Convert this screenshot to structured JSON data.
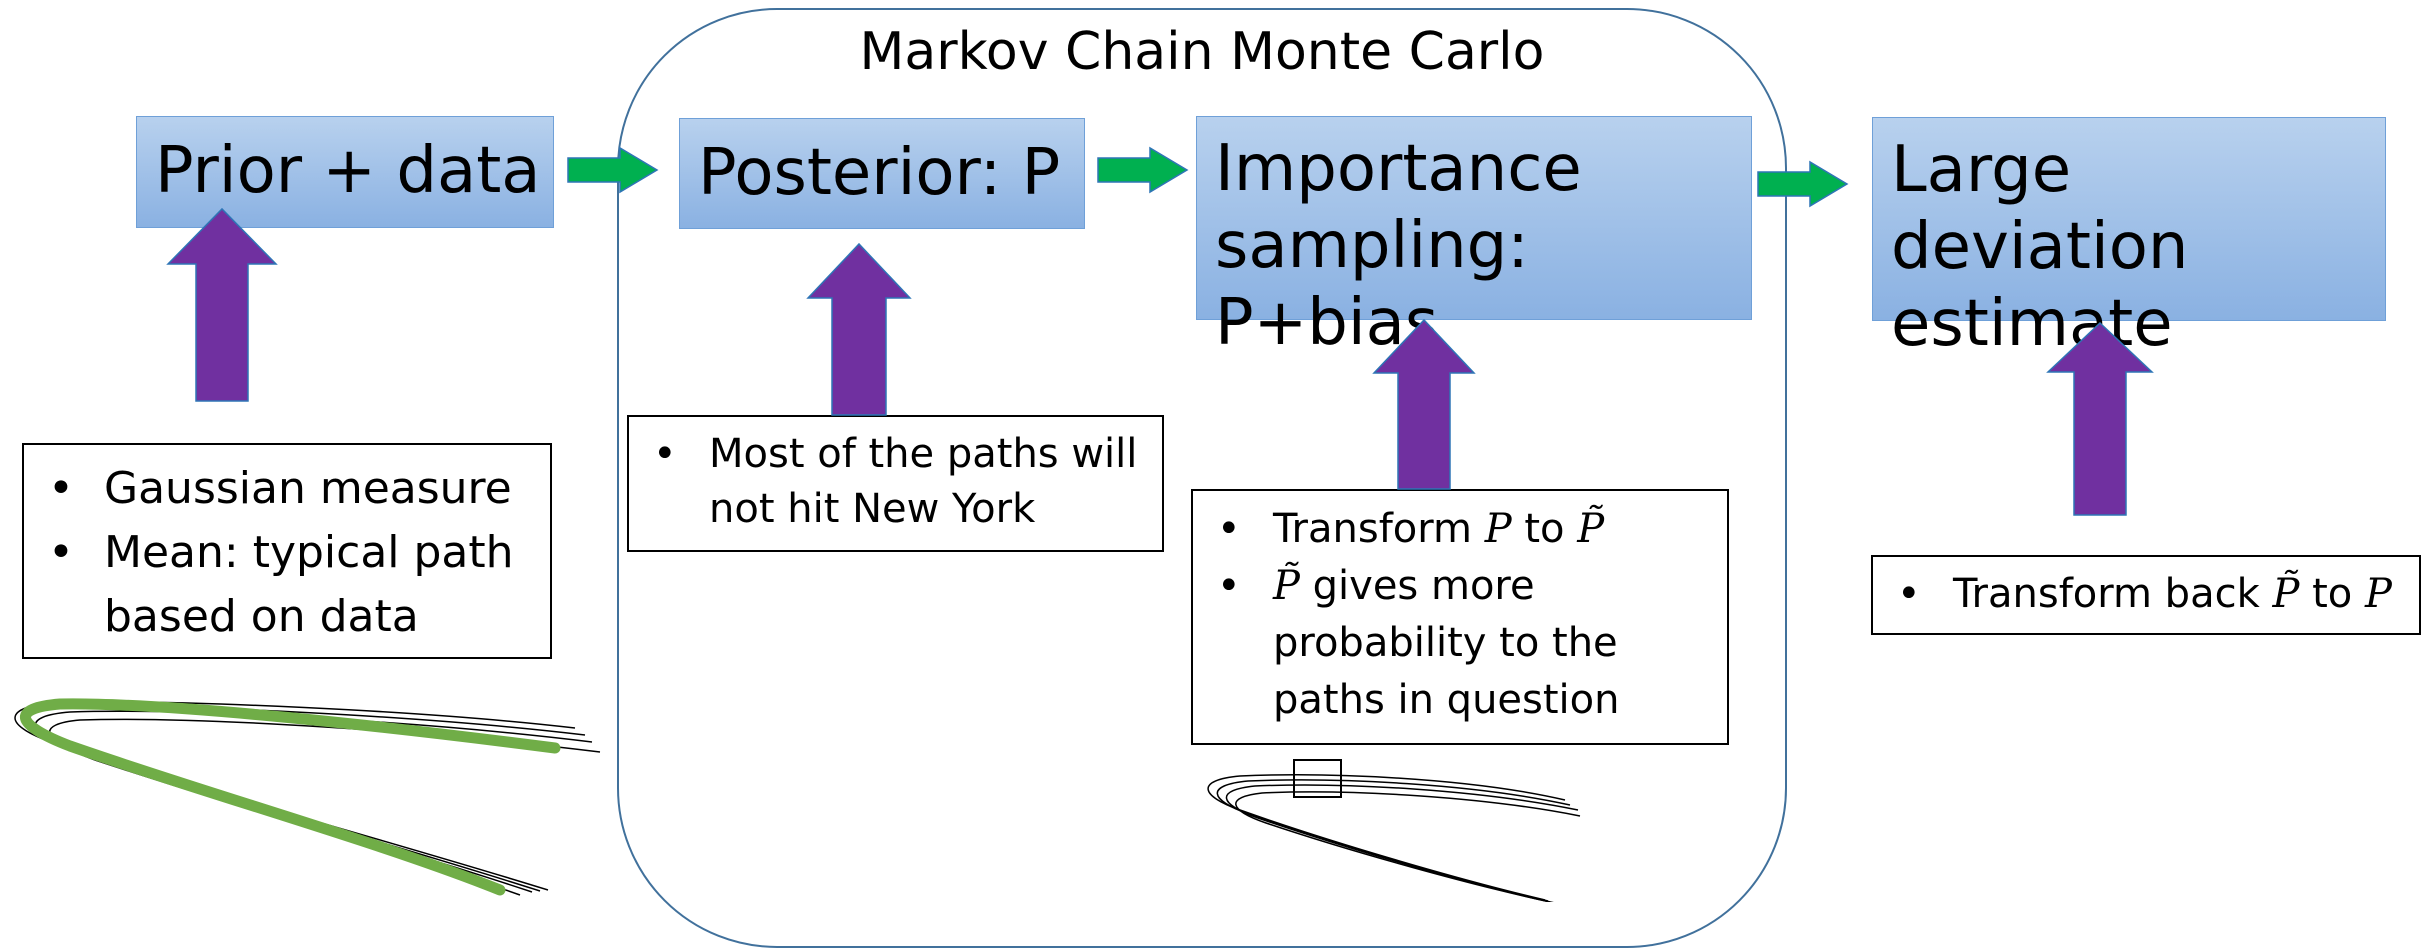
{
  "mcmc_title": "Markov Chain Monte Carlo",
  "stages": {
    "prior": "Prior + data",
    "posterior": "Posterior: P",
    "importance_line1": "Importance",
    "importance_line2": "sampling: P+bias",
    "large_line1": "Large deviation",
    "large_line2": "estimate"
  },
  "notes": {
    "gaussian": [
      "Gaussian measure",
      "Mean: typical path based on data"
    ],
    "paths": [
      "Most of the paths will not hit New York"
    ],
    "transform_prefix": "Transform",
    "transform_p": "P",
    "transform_to": "to",
    "transform_ptilde": "P̃",
    "ptilde_symbol": "P̃",
    "ptilde_rest": "gives more probability to the paths in question",
    "back_prefix": "Transform back",
    "back_ptilde": "P̃",
    "back_to": "to",
    "back_p": "P"
  },
  "colors": {
    "stage_fill": "#9dbfe8",
    "stage_border": "#6fa0d8",
    "frame": "#41719c",
    "purple_arrow": "#7030a0",
    "green_arrow": "#00b050",
    "typical_path": "#70ad47"
  }
}
